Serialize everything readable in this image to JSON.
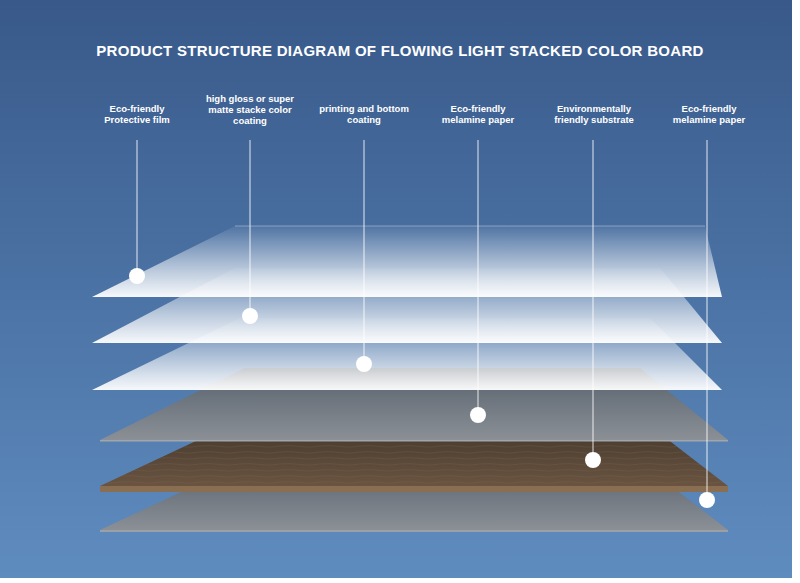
{
  "diagram": {
    "title": "PRODUCT STRUCTURE DIAGRAM OF FLOWING LIGHT STACKED COLOR BOARD",
    "labels": [
      "Eco-friendly Protective film",
      "high gloss or super matte stacke color coating",
      "printing and bottom coating",
      "Eco-friendly melamine paper",
      "Environmentally friendly substrate",
      "Eco-friendly melamine paper"
    ]
  }
}
